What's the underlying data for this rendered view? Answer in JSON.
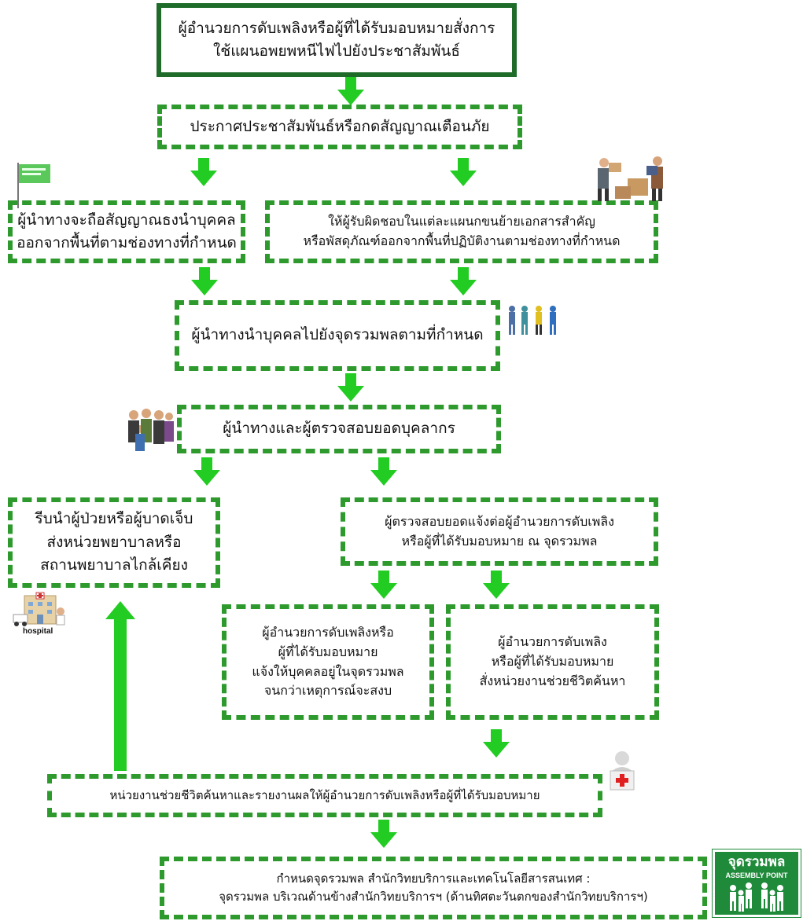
{
  "colors": {
    "border_dashed": "#2e9a2e",
    "border_solid": "#1e6b2a",
    "arrow": "#22cc22",
    "sign_bg": "#1f8a3a"
  },
  "nodes": {
    "n1": {
      "line1": "ผู้อำนวยการดับเพลิงหรือผู้ที่ได้รับมอบหมายสั่งการ",
      "line2": "ใช้แผนอพยพหนีไฟไปยังประชาสัมพันธ์"
    },
    "n2": {
      "line1": "ประกาศประชาสัมพันธ์หรือกดสัญญาณเตือนภัย"
    },
    "n3": {
      "line1": "ผู้นำทางจะถือสัญญาณธงนำบุคคล",
      "line2": "ออกจากพื้นที่ตามช่องทางที่กำหนด"
    },
    "n4": {
      "line1": "ให้ผู้รับผิดชอบในแต่ละแผนกขนย้ายเอกสารสำคัญ",
      "line2": "หรือพัสดุภัณฑ์ออกจากพื้นที่ปฏิบัติงานตามช่องทางที่กำหนด"
    },
    "n5": {
      "line1": "ผู้นำทางนำบุคคลไปยังจุดรวมพลตามที่กำหนด"
    },
    "n6": {
      "line1": "ผู้นำทางและผู้ตรวจสอบยอดบุคลากร"
    },
    "n7": {
      "line1": "รีบนำผู้ป่วยหรือผู้บาดเจ็บ",
      "line2": "ส่งหน่วยพยาบาลหรือ",
      "line3": "สถานพยาบาลไกล้เคียง"
    },
    "n8": {
      "line1": "ผู้ตรวจสอบยอดแจ้งต่อผู้อำนวยการดับเพลิง",
      "line2": "หรือผู้ที่ได้รับมอบหมาย ณ จุดรวมพล"
    },
    "n9": {
      "line1": "ผู้อำนวยการดับเพลิงหรือ",
      "line2": "ผู้ที่ได้รับมอบหมาย",
      "line3": "แจ้งให้บุคคลอยู่ในจุดรวมพล",
      "line4": "จนกว่าเหตุการณ์จะสงบ"
    },
    "n10": {
      "line1": "ผู้อำนวยการดับเพลิง",
      "line2": "หรือผู้ที่ได้รับมอบหมาย",
      "line3": "สั่งหน่วยงานช่วยชีวิตค้นหา"
    },
    "n11": {
      "line1": "หน่วยงานช่วยชีวิตค้นหาและรายงานผลให้ผู้อำนวยการดับเพลิงหรือผู้ที่ได้รับมอบหมาย"
    },
    "n12": {
      "line1": "กำหนดจุดรวมพล สำนักวิทยบริการและเทคโนโลยีสารสนเทศ :",
      "line2": "จุดรวมพล บริเวณด้านข้างสำนักวิทยบริการฯ (ด้านทิศตะวันตกของสำนักวิทยบริการฯ)"
    }
  },
  "illustrations": {
    "hospital_label": "hospital",
    "sign_title": "จุดรวมพล",
    "sign_subtitle": "ASSEMBLY POINT"
  }
}
